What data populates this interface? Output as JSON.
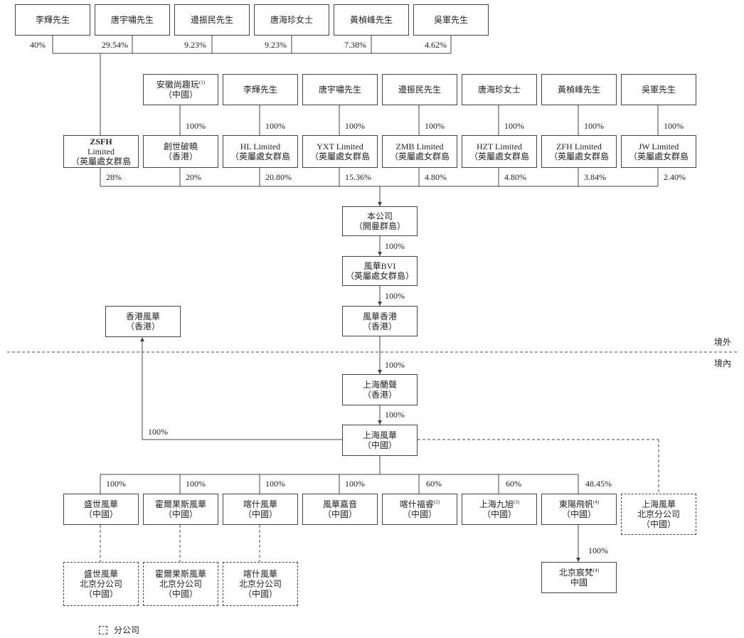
{
  "row1": [
    {
      "lines": [
        "李輝先生"
      ]
    },
    {
      "lines": [
        "唐宇嘯先生"
      ]
    },
    {
      "lines": [
        "邊振民先生"
      ]
    },
    {
      "lines": [
        "唐海珍女士"
      ]
    },
    {
      "lines": [
        "黃楨峰先生"
      ]
    },
    {
      "lines": [
        "吳軍先生"
      ]
    }
  ],
  "row1_pcts": [
    "40%",
    "29.54%",
    "9.23%",
    "9.23%",
    "7.38%",
    "4.62%"
  ],
  "row2": [
    {
      "lines": [
        "安徽尚趣玩",
        "（中國）"
      ],
      "sup": "(1)"
    },
    {
      "lines": [
        "李輝先生"
      ]
    },
    {
      "lines": [
        "唐宇嘯先生"
      ]
    },
    {
      "lines": [
        "邊振民先生"
      ]
    },
    {
      "lines": [
        "唐海珍女士"
      ]
    },
    {
      "lines": [
        "黃楨峰先生"
      ]
    },
    {
      "lines": [
        "吳軍先生"
      ]
    }
  ],
  "row2_pcts": [
    "100%",
    "100%",
    "100%",
    "100%",
    "100%",
    "100%",
    "100%"
  ],
  "row3": [
    {
      "lines": [
        "ZSFH",
        "Limited",
        "（英屬處女群島"
      ]
    },
    {
      "lines": [
        "創世破曉",
        "（香港）"
      ]
    },
    {
      "lines": [
        "HL Limited",
        "（英屬處女群島"
      ]
    },
    {
      "lines": [
        "YXT Limited",
        "（英屬處女群島"
      ]
    },
    {
      "lines": [
        "ZMB Limited",
        "（英屬處女群島"
      ]
    },
    {
      "lines": [
        "HZT Limited",
        "（英屬處女群島"
      ]
    },
    {
      "lines": [
        "ZFH Limited",
        "（英屬處女群島"
      ]
    },
    {
      "lines": [
        "JW Limited",
        "（英屬處女群島"
      ]
    }
  ],
  "row3_pcts": [
    "28%",
    "20%",
    "20.80%",
    "15.36%",
    "4.80%",
    "4.80%",
    "3.84%",
    "2.40%"
  ],
  "company": {
    "lines": [
      "本公司",
      "（開曼群島）"
    ]
  },
  "bvi": {
    "lines": [
      "風華BVI",
      "（英屬處女群島）"
    ]
  },
  "hk": {
    "lines": [
      "風華香港",
      "（香港）"
    ]
  },
  "hk_other": {
    "lines": [
      "香港風華",
      "（香港）"
    ]
  },
  "lanmo": {
    "lines": [
      "上海蘭聲",
      "（香港）"
    ]
  },
  "shfh": {
    "lines": [
      "上海風華",
      "（中國）"
    ]
  },
  "chain_pcts": {
    "company_bvi": "100%",
    "bvi_hk": "100%",
    "hk_lanmo": "100%",
    "lanmo_shfh": "100%",
    "shfh_hkother": "100%"
  },
  "offshore_label": "境外",
  "onshore_label": "境內",
  "subs": [
    {
      "lines": [
        "盛世風華",
        "（中國）"
      ]
    },
    {
      "lines": [
        "霍爾果斯風華",
        "（中國）"
      ]
    },
    {
      "lines": [
        "喀什風華",
        "（中國）"
      ]
    },
    {
      "lines": [
        "風華嘉音",
        "（中國）"
      ]
    },
    {
      "lines": [
        "喀什福睿",
        "（中國）"
      ],
      "sup": "(2)"
    },
    {
      "lines": [
        "上海九旭",
        "（中國）"
      ],
      "sup": "(3)"
    },
    {
      "lines": [
        "東陽飛帆",
        "（中國）"
      ],
      "sup": "(4)"
    }
  ],
  "subs_pcts": [
    "100%",
    "100%",
    "100%",
    "100%",
    "60%",
    "60%",
    "48.45%"
  ],
  "sh_branch": {
    "lines": [
      "上海風華",
      "北京分公司",
      "（中國）"
    ]
  },
  "branches": [
    {
      "lines": [
        "盛世風華",
        "北京分公司",
        "（中國）"
      ]
    },
    {
      "lines": [
        "霍爾果斯風華",
        "北京分公司",
        "（中國）"
      ]
    },
    {
      "lines": [
        "喀什風華",
        "北京分公司",
        "（中國）"
      ]
    }
  ],
  "beijing": {
    "lines": [
      "北京宸梵",
      "中國"
    ],
    "sup": "(4)"
  },
  "beijing_pct": "100%",
  "legend_label": "分公司"
}
